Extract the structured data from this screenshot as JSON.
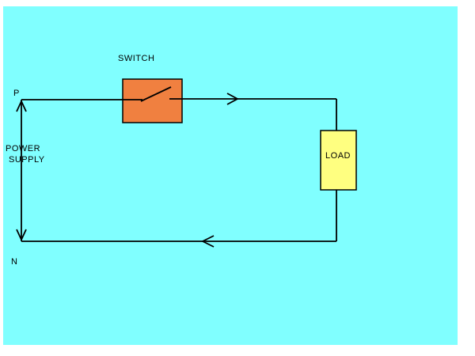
{
  "diagram": {
    "labels": {
      "switch": "SWITCH",
      "load": "LOAD",
      "phase": "P",
      "neutral": "N",
      "power_line1": "POWER",
      "power_line2": "SUPPLY"
    },
    "colors": {
      "background": "#80FFFF",
      "switch_fill": "#F08040",
      "load_fill": "#FFFF80",
      "line": "#000000"
    }
  }
}
